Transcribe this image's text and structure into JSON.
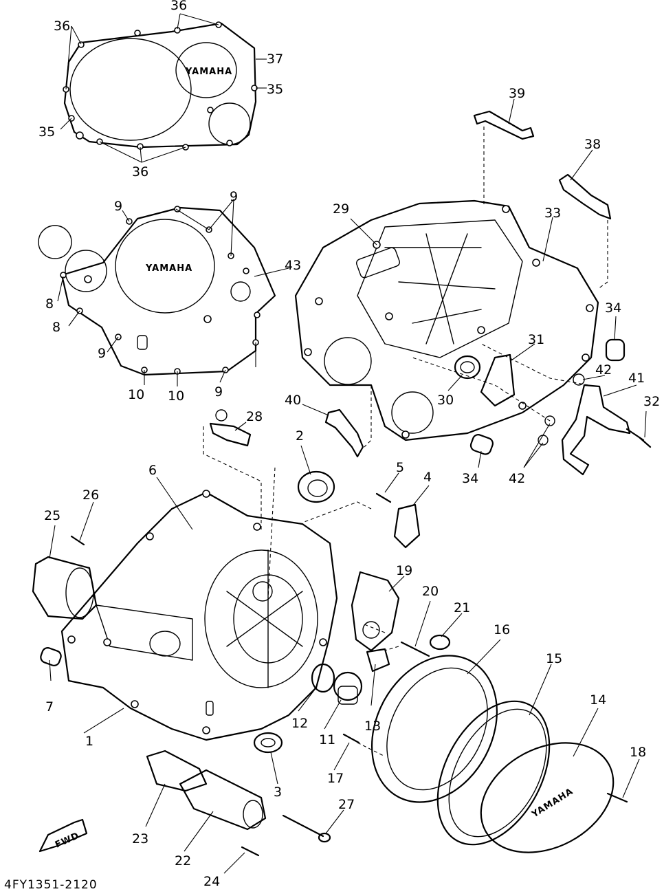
{
  "diagram_code": "4FY1351-2120",
  "brand_marks": [
    "YAMAHA",
    "YAMAHA",
    "YAMAHA"
  ],
  "fwd_arrow_label": "FWD",
  "callouts": [
    "1",
    "2",
    "3",
    "4",
    "5",
    "6",
    "7",
    "8",
    "8",
    "9",
    "9",
    "9",
    "9",
    "10",
    "10",
    "11",
    "12",
    "13",
    "14",
    "15",
    "16",
    "17",
    "18",
    "19",
    "20",
    "21",
    "22",
    "23",
    "24",
    "25",
    "26",
    "27",
    "28",
    "29",
    "30",
    "31",
    "32",
    "33",
    "34",
    "34",
    "35",
    "35",
    "36",
    "36",
    "36",
    "37",
    "38",
    "39",
    "40",
    "41",
    "42",
    "42",
    "43"
  ]
}
